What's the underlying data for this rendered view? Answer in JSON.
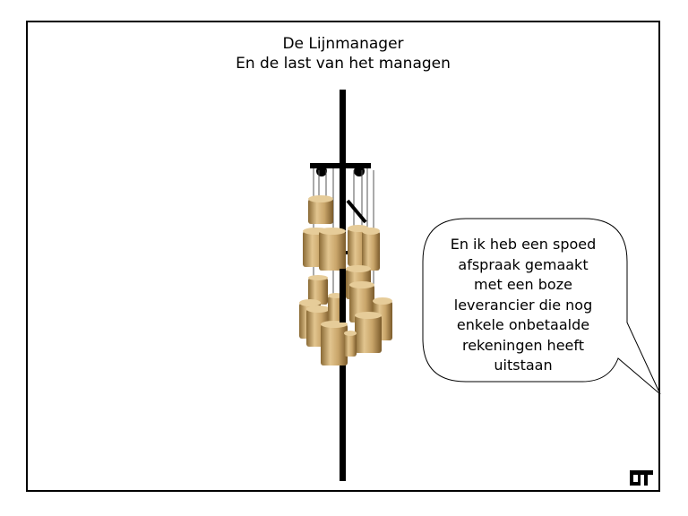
{
  "title": {
    "line1": "De Lijnmanager",
    "line2": "En de last van het managen"
  },
  "speech_bubble": {
    "lines": [
      "En ik heb een spoed",
      "afspraak gemaakt",
      "met een boze",
      "leverancier die nog",
      "enkele onbetaalde",
      "rekeningen heeft",
      "uitstaan"
    ]
  },
  "colors": {
    "ink": "#000000",
    "weight_brass": "#c9a56a",
    "weight_dark": "#8a6a35",
    "background": "#ffffff"
  },
  "icons": {
    "corner_logo": "logo-mark"
  }
}
